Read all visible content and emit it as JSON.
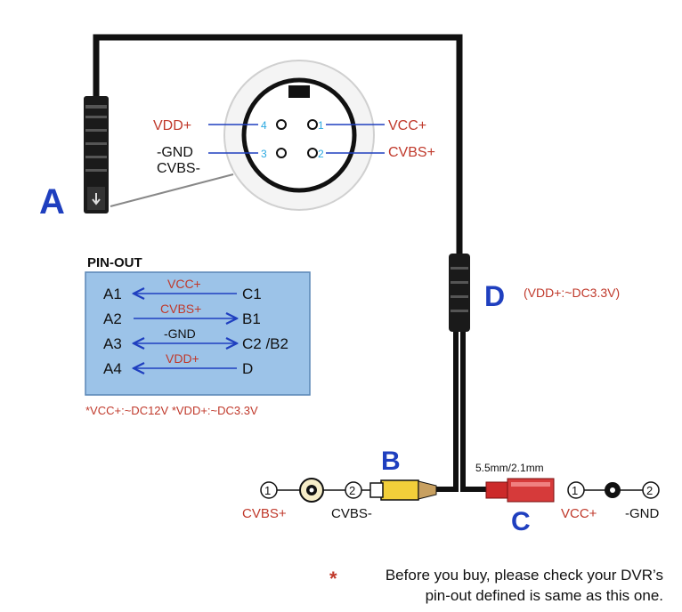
{
  "connector_a": {
    "letter": "A",
    "pin_labels": {
      "vdd": "VDD+",
      "gnd": "-GND",
      "cvbs_minus": "CVBS-",
      "vcc": "VCC+",
      "cvbs": "CVBS+"
    },
    "pin_numbers": [
      "1",
      "2",
      "3",
      "4"
    ]
  },
  "pinout": {
    "title": "PIN-OUT",
    "rows": [
      {
        "left": "A1",
        "signal": "VCC+",
        "right": "C1"
      },
      {
        "left": "A2",
        "signal": "CVBS+",
        "right": "B1"
      },
      {
        "left": "A3",
        "signal": "-GND",
        "right": "C2 /B2"
      },
      {
        "left": "A4",
        "signal": "VDD+",
        "right": "D"
      }
    ],
    "note": "*VCC+:~DC12V *VDD+:~DC3.3V"
  },
  "connector_d": {
    "letter": "D",
    "note": "(VDD+:~DC3.3V)"
  },
  "connector_b": {
    "letter": "B",
    "pin1": "1",
    "pin2": "2",
    "label1": "CVBS+",
    "label2": "CVBS-"
  },
  "connector_c": {
    "letter": "C",
    "size": "5.5mm/2.1mm",
    "pin1": "1",
    "pin2": "2",
    "label1": "VCC+",
    "label2": "-GND"
  },
  "footer": {
    "star": "*",
    "line1": "Before you buy, please check your DVR’s",
    "line2": "pin-out defined is same as this one."
  },
  "colors": {
    "accent_red": "#c0392b",
    "accent_blue": "#1f3fbf",
    "box_fill": "#9cc3e8"
  }
}
